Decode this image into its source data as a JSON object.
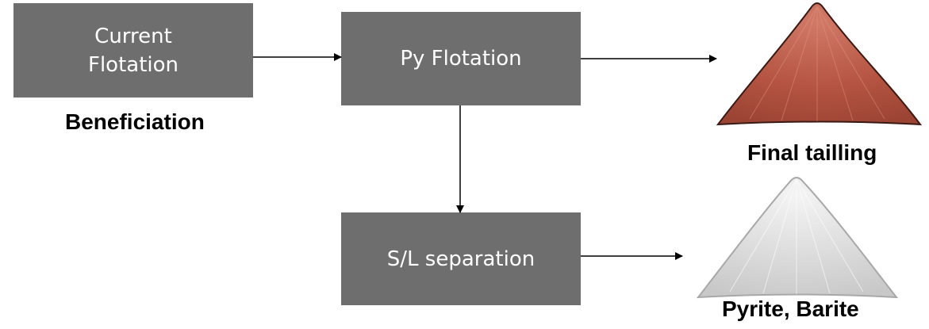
{
  "nodes": {
    "current_flotation": {
      "line1": "Current",
      "line2": "Flotation"
    },
    "py_flotation": {
      "text": "Py Flotation"
    },
    "sl_separation": {
      "text": "S/L separation"
    }
  },
  "labels": {
    "beneficiation": "Beneficiation",
    "final_tailling": "Final tailling",
    "pyrite_barite": "Pyrite, Barite"
  },
  "colors": {
    "box_fill": "#6e6e6e",
    "box_text": "#ffffff",
    "tailing_pile": "#b55442",
    "pyrite_pile": "#d9d9d9",
    "arrow": "#000000"
  },
  "edges": [
    {
      "from": "Current Flotation",
      "to": "Py Flotation"
    },
    {
      "from": "Py Flotation",
      "to": "Final tailling"
    },
    {
      "from": "Py Flotation",
      "to": "S/L separation"
    },
    {
      "from": "S/L separation",
      "to": "Pyrite, Barite"
    }
  ]
}
